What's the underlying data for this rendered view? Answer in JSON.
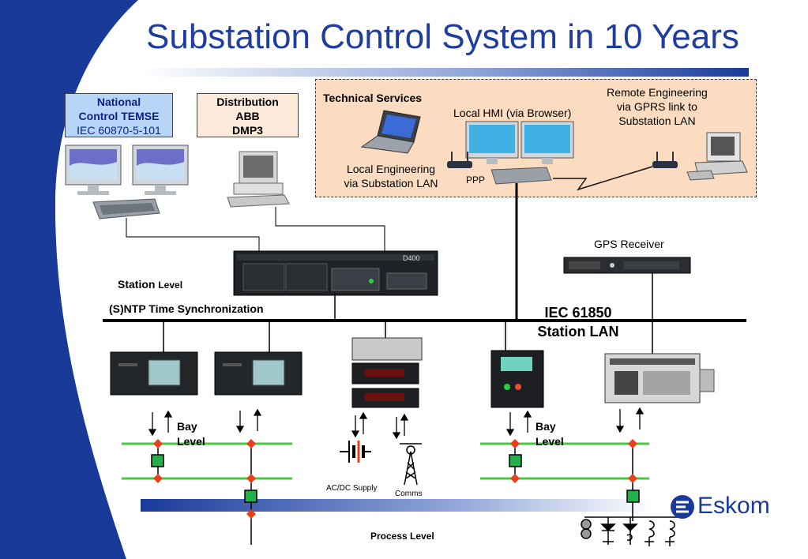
{
  "title": "Substation Control System in 10 Years",
  "national": {
    "line1": "National",
    "line2": "Control TEMSE",
    "line3": "IEC 60870-5-101"
  },
  "distribution": {
    "line1": "Distribution",
    "line2": "ABB",
    "line3": "DMP3"
  },
  "tech": {
    "title": "Technical Services",
    "local_hmi": "Local HMI (via Browser)",
    "remote_line1": "Remote Engineering",
    "remote_line2": "via GPRS link to",
    "remote_line3": "Substation LAN",
    "local_eng_line1": "Local Engineering",
    "local_eng_line2": "via Substation LAN",
    "ppp": "PPP"
  },
  "gps_label": "GPS Receiver",
  "d400_label": "D400",
  "station_level_main": "Station",
  "station_level_sub": "Level",
  "sntp": "(S)NTP Time Synchronization",
  "iec_line1": "IEC 61850",
  "iec_line2": "Station LAN",
  "bay_level_left_1": "Bay",
  "bay_level_left_2": "Level",
  "bay_level_right_1": "Bay",
  "bay_level_right_2": "Level",
  "acdc_supply": "AC/DC  Supply",
  "comms": "Comms",
  "process_level": "Process Level",
  "logo_text": "Eskom",
  "colors": {
    "title": "#1f3d9e",
    "swoosh": "#1a3a9a",
    "busbar": "#48c83c",
    "node": "#e8401c",
    "breaker": "#22b04a"
  }
}
